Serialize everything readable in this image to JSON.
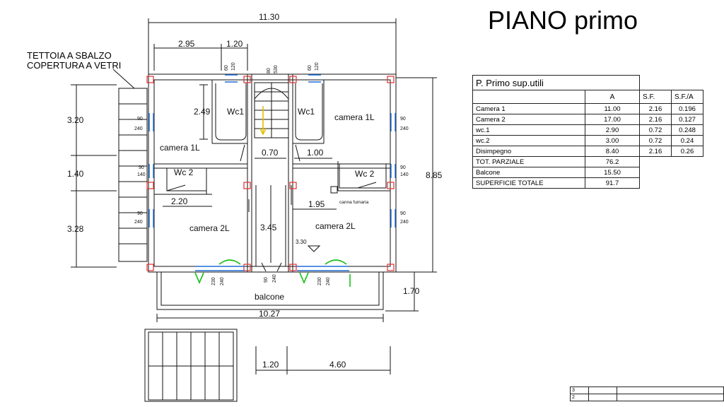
{
  "title": "PIANO primo",
  "canopy_note": [
    "TETTOIA A SBALZO",
    "COPERTURA A VETRI"
  ],
  "dimensions": {
    "total_width": "11.30",
    "top_left": "2.95",
    "top_mid": "1.20",
    "left_top": "3.20",
    "left_mid": "1.40",
    "left_bottom": "3.28",
    "right_height": "8.85",
    "wc_height": "2.49",
    "corridor_left": "0.70",
    "corridor_right": "1.00",
    "wc2_width": "2.20",
    "room_right_width": "1.95",
    "corridor_height": "3.45",
    "level_mark": "3.30",
    "balcony_depth": "1.70",
    "balcony_width": "10.27",
    "bottom_a": "1.20",
    "bottom_b": "4.60"
  },
  "window_labels": {
    "w_top_left_a": "60",
    "w_top_left_b": "120",
    "w_top_mid_a": "80",
    "w_top_mid_b": "530",
    "w_top_right_a": "60",
    "w_top_right_b": "120",
    "w_left_1_a": "90",
    "w_left_1_b": "240",
    "w_left_2_a": "90",
    "w_left_2_b": "140",
    "w_left_3_a": "90",
    "w_left_3_b": "240",
    "w_right_1_a": "90",
    "w_right_1_b": "240",
    "w_right_2_a": "90",
    "w_right_2_b": "140",
    "w_right_3_a": "90",
    "w_right_3_b": "240",
    "w_bottom_1_a": "230",
    "w_bottom_1_b": "240",
    "w_bottom_2_a": "90",
    "w_bottom_2_b": "240",
    "w_bottom_3_a": "230",
    "w_bottom_3_b": "240"
  },
  "rooms": {
    "wc1_left": "Wc1",
    "wc1_right": "Wc1",
    "camera1l_left": "camera 1L",
    "camera1l_right": "camera 1L",
    "wc2_left": "Wc 2",
    "wc2_right": "Wc 2",
    "camera2l_left": "camera 2L",
    "camera2l_right": "camera 2L",
    "balcone": "balcone",
    "canna_fumaria": "canna fumaria"
  },
  "table": {
    "title": "P.  Primo  sup.utili",
    "headers": [
      "",
      "A",
      "S.F.",
      "S.F./A"
    ],
    "rows": [
      [
        "Camera  1",
        "11.00",
        "2.16",
        "0.196"
      ],
      [
        "Camera  2",
        "17.00",
        "2.16",
        "0.127"
      ],
      [
        "wc.1",
        "2.90",
        "0.72",
        "0.248"
      ],
      [
        "wc.2",
        "3.00",
        "0.72",
        "0.24"
      ],
      [
        "Disimpegno",
        "8.40",
        "2.16",
        "0.26"
      ]
    ],
    "summary": [
      [
        "TOT.  PARZIALE",
        "76.2"
      ],
      [
        "Balcone",
        "15.50"
      ],
      [
        "SUPERFICIE  TOTALE",
        "91.7"
      ]
    ]
  },
  "titleblock_rows": [
    "3",
    "2"
  ],
  "colors": {
    "window": "#1e6fd9",
    "pillar": "#e03030",
    "door_green": "#18c018",
    "stair_yellow": "#e0c000",
    "wall": "#111111"
  }
}
